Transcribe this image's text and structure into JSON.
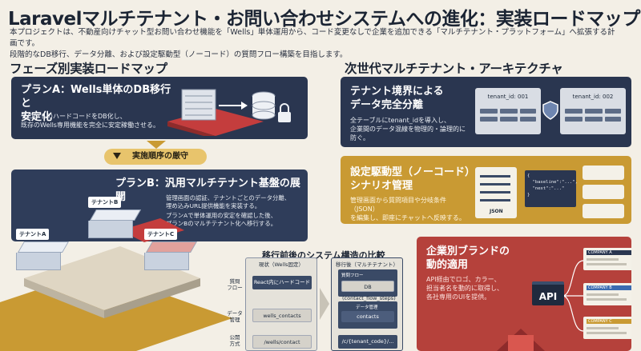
{
  "header": {
    "title": "Laravelマルチテナント・お問い合わせシステムへの進化：実装ロードマップ",
    "intro_lines": [
      "本プロジェクトは、不動産向けチャット型お問い合わせ機能を「Wells」単体運用から、コード変更なしで企業を追加できる「マルチテナント・プラットフォーム」へ拡張する計画です。",
      "段階的なDB移行、データ分離、および設定駆動型（ノーコード）の質問フロー構築を目指します。"
    ]
  },
  "left": {
    "heading": "フェーズ別実装ロードマップ",
    "plan_a": {
      "title_lines": [
        "プランA：Wells単体のDB移行と",
        "安定化"
      ],
      "text_lines": [
        "フロントのハードコードをDB化し、",
        "既存のWells専用機能を完全に安定稼働させる。"
      ]
    },
    "order_badge": "実施順序の厳守",
    "plan_b": {
      "title": "プランB：汎用マルチテナント基盤の展開",
      "text_lines": [
        "管理画面の認証、テナントごとのデータ分離、",
        "埋め込みURL提供機能を実装する。",
        "プランAで単体運用の安定を確認した後、",
        "プランBのマルチテナント化へ移行する。"
      ],
      "tenants": [
        "テナントA",
        "テナントB",
        "テナントC"
      ]
    },
    "comparison": {
      "heading": "移行前後のシステム構造の比較",
      "row_labels": [
        [
          "質問",
          "フロー"
        ],
        [
          "データ",
          "管理"
        ],
        [
          "公開",
          "方式"
        ]
      ],
      "before": {
        "header": "現状（Wells固定）",
        "cells": [
          "React内にハードコード",
          "wells_contacts",
          "/wells/contact"
        ]
      },
      "after": {
        "header": "移行後（マルチテナント）",
        "sublabels": [
          "質問フロー",
          "データ管理"
        ],
        "cells": [
          "DB (contact_flow_steps)",
          "contacts",
          "/c/{tenant_code}/..."
        ]
      }
    }
  },
  "right": {
    "heading": "次世代マルチテナント・アーキテクチャ",
    "architecture": {
      "title_lines": [
        "テナント境界による",
        "データ完全分離"
      ],
      "text_lines": [
        "全テーブルにtenant_idを導入し、",
        "企業間のデータ混線を物理的・論理的に",
        "防ぐ。"
      ],
      "tenant_ids": [
        "tenant_id: 001",
        "tenant_id: 002"
      ]
    },
    "scenario": {
      "title_lines": [
        "設定駆動型（ノーコード）",
        "シナリオ管理"
      ],
      "text_lines": [
        "管理画面から質問項目や分岐条件（JSON）",
        "を編集し、即座にチャットへ反映する。"
      ],
      "json_label": "JSON",
      "json_snippet": [
        "{",
        "  \"baseline\":\"...\",",
        "  \"next\":\"...\"",
        "}"
      ]
    },
    "branding": {
      "title_lines": [
        "企業別ブランドの",
        "動的適用"
      ],
      "text_lines": [
        "API経由でロゴ、カラー、",
        "担当者名を動的に取得し、",
        "各社専用のUIを提供。"
      ],
      "api_label": "API",
      "companies": [
        "COMPANY A",
        "COMPANY B",
        "COMPANY C"
      ]
    }
  },
  "colors": {
    "navy": "#2a3650",
    "gold": "#c99a33",
    "red": "#b5413b",
    "background": "#f3efe6"
  },
  "icons": [
    "server-icon",
    "lock-icon",
    "filter-icon",
    "shield-icon",
    "api-icon",
    "arrow-icon"
  ]
}
